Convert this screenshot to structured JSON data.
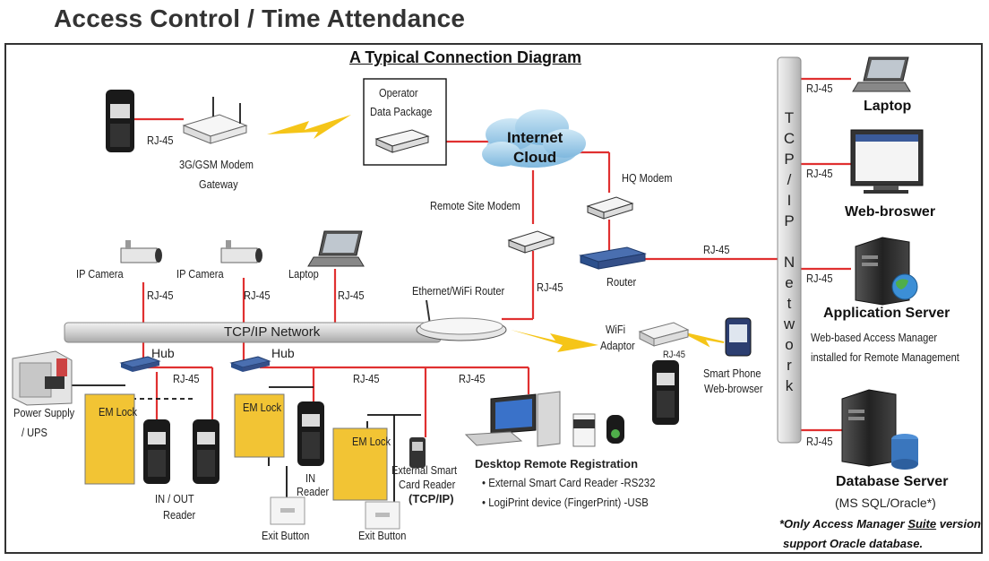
{
  "page_title": "Access Control / Time Attendance",
  "diagram_title": "A Typical Connection Diagram",
  "labels": {
    "operator_pkg_1": "Operator",
    "operator_pkg_2": "Data Package",
    "internet_cloud_1": "Internet",
    "internet_cloud_2": "Cloud",
    "modem_3g_1": "3G/GSM Modem",
    "modem_3g_2": "Gateway",
    "rj45": "RJ-45",
    "hq_modem": "HQ Modem",
    "remote_site_modem": "Remote Site Modem",
    "router": "Router",
    "ip_camera": "IP Camera",
    "laptop": "Laptop",
    "ethernet_wifi_router": "Ethernet/WiFi Router",
    "tcpip_network": "TCP/IP Network",
    "hub": "Hub",
    "wifi_adaptor_1": "WiFi",
    "wifi_adaptor_2": "Adaptor",
    "smart_phone_1": "Smart Phone",
    "smart_phone_2": "Web-browser",
    "power_supply_1": "Power Supply",
    "power_supply_2": "/ UPS",
    "em_lock": "EM Lock",
    "in_out_reader_1": "IN   /  OUT",
    "in_out_reader_2": "Reader",
    "in_reader_1": "IN",
    "in_reader_2": "Reader",
    "exit_button": "Exit Button",
    "ext_reader_1": "External Smart",
    "ext_reader_2": "Card Reader",
    "ext_reader_3": "(TCP/IP)",
    "desktop_title": "Desktop Remote Registration",
    "desktop_bullet_1": "External Smart Card Reader -RS232",
    "desktop_bullet_2": "LogiPrint device (FingerPrint) -USB",
    "right_laptop": "Laptop",
    "web_browser": "Web-broswer",
    "app_server": "Application Server",
    "app_server_desc_1": "Web-based Access Manager",
    "app_server_desc_2": "installed for Remote Management",
    "db_server": "Database Server",
    "db_server_desc": "(MS SQL/Oracle*)",
    "note_1": "*Only Access Manager ",
    "note_suite": "Suite",
    "note_1b": " version",
    "note_2": "support Oracle database."
  },
  "vertical_network_letters": [
    "T",
    "C",
    "P",
    "/",
    "I",
    "P",
    "",
    "N",
    "e",
    "t",
    "w",
    "o",
    "r",
    "k"
  ],
  "colors": {
    "link_red": "#e03030",
    "lock_yellow": "#f2c434",
    "backbone_gray": "#d4d4d4",
    "router_blue": "#2b4f8c",
    "lightning": "#f5c518",
    "cloud_blue": "#9ccbe6"
  }
}
